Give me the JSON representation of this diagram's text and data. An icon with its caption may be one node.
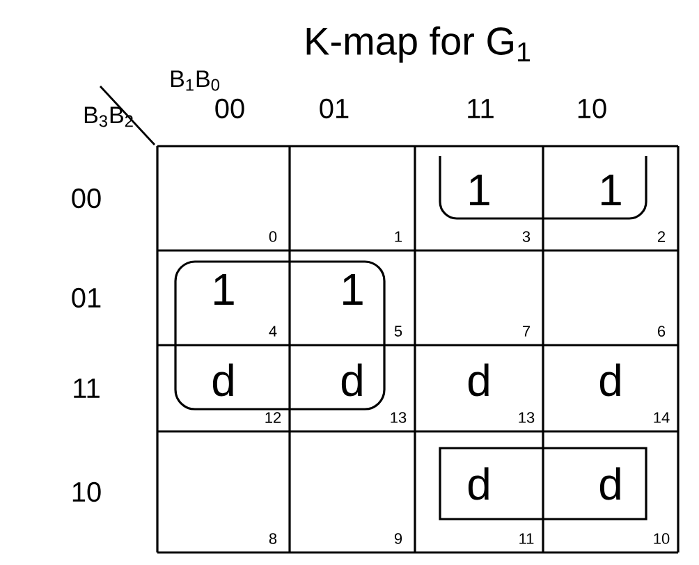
{
  "diagram": {
    "title": "K-map for G$_{1}$",
    "labels": [
      "B$_{1}$B$_{0}$",
      "B$_{3}$B$_{2}$",
      "00",
      "01",
      "11",
      "10",
      "00",
      "01",
      "11",
      "10",
      "0",
      "1",
      "1",
      "3",
      "1",
      "2",
      "1",
      "4",
      "1",
      "5",
      "7",
      "6",
      "d",
      "12",
      "d",
      "13",
      "d",
      "13",
      "d",
      "14",
      "8",
      "9",
      "d",
      "11",
      "d",
      "10"
    ]
  }
}
